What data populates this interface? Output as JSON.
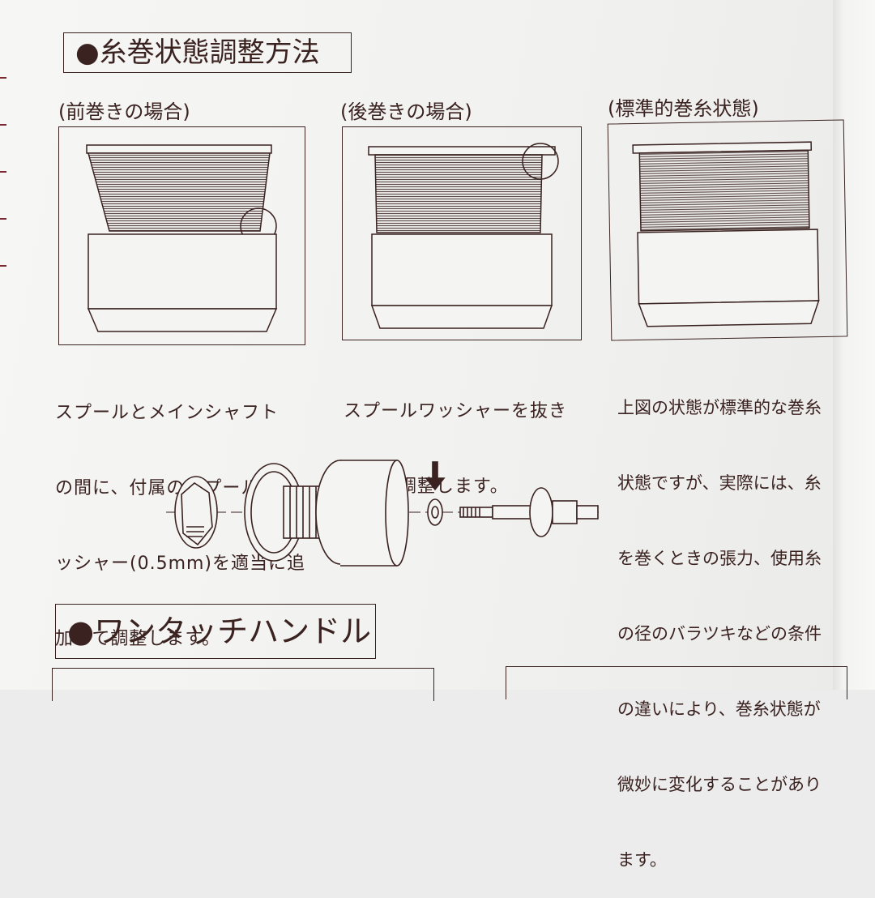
{
  "section1": {
    "heading": "●糸巻状態調整方法",
    "cases": [
      {
        "title": "(前巻きの場合)",
        "description": [
          "スプールとメインシャフト",
          "の間に、付属のスプールワ",
          "ッシャー(0.5mm)を適当に追",
          "加して調整します。"
        ]
      },
      {
        "title": "(後巻きの場合)",
        "description": [
          "スプールワッシャーを抜き",
          "取って調整します。"
        ]
      },
      {
        "title": "(標準的巻糸状態)",
        "description": [
          "上図の状態が標準的な巻糸",
          "状態ですが、実際には、糸",
          "を巻くときの張力、使用糸",
          "の径のバラツキなどの条件",
          "の違いにより、巻糸状態が",
          "微妙に変化することがあり",
          "ます。"
        ]
      }
    ]
  },
  "section2": {
    "heading": "●ワンタッチハンドル"
  },
  "colors": {
    "ink": "#3a2220",
    "paper": "#f4f4f2"
  }
}
